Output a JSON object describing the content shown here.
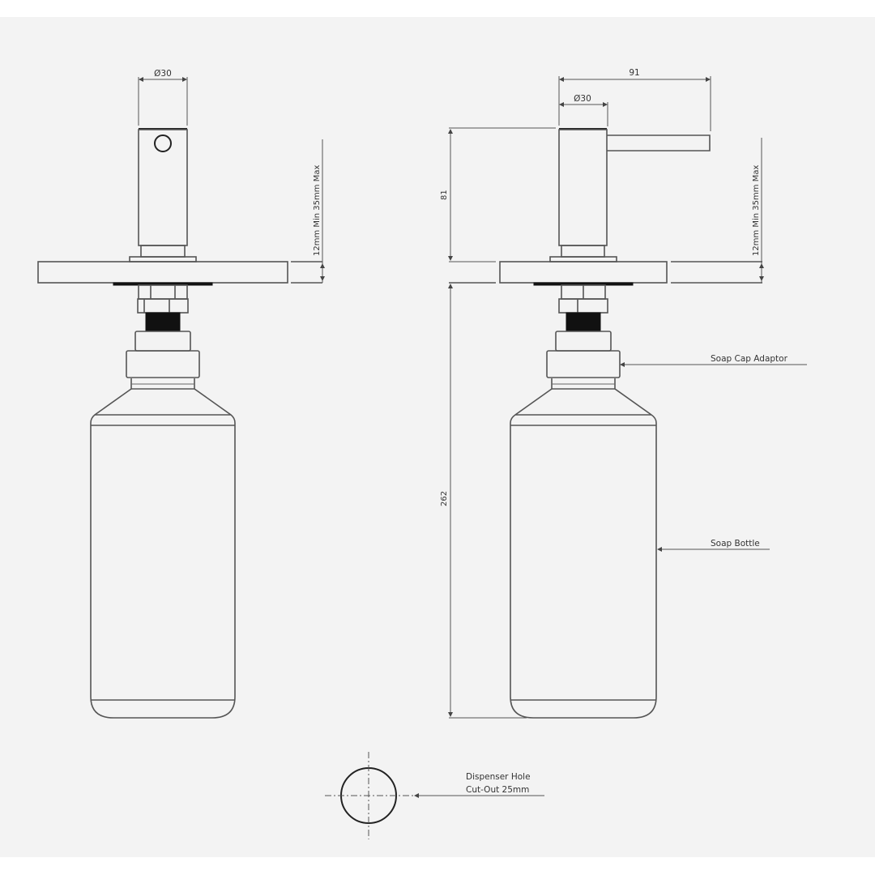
{
  "drawing": {
    "title": "Soap Dispenser Technical Drawing",
    "colors": {
      "background": "#f3f3f3",
      "page": "#ffffff",
      "line": "#555555",
      "thread": "#111111"
    },
    "front_view": {
      "diameter_label": "Ø30",
      "deck_thickness_label": "12mm Min 35mm Max"
    },
    "side_view": {
      "spout_length_label": "91",
      "diameter_label": "Ø30",
      "height_above_deck_label": "81",
      "deck_thickness_label": "12mm Min 35mm Max",
      "total_below_deck_label": "262",
      "callouts": [
        {
          "label": "Soap Cap Adaptor"
        },
        {
          "label": "Soap Bottle"
        }
      ]
    },
    "cutout": {
      "line1": "Dispenser Hole",
      "line2": "Cut-Out 25mm"
    }
  }
}
